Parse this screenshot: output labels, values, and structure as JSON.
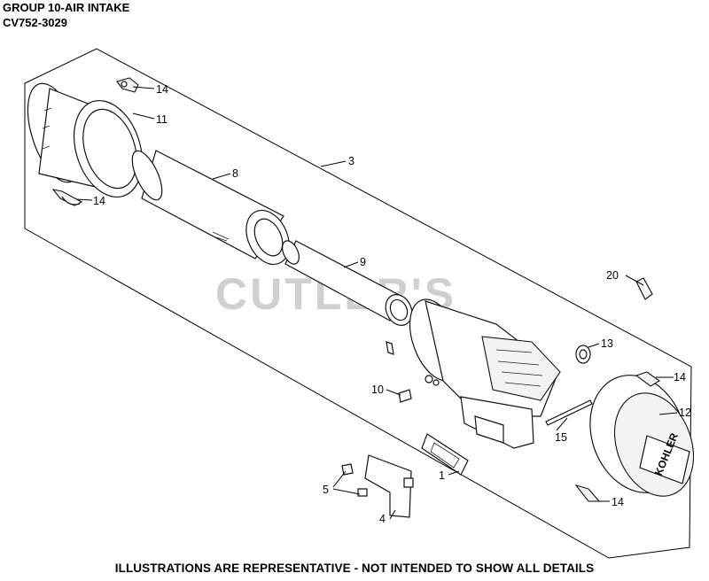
{
  "header": {
    "title": "GROUP 10-AIR INTAKE",
    "model": "CV752-3029"
  },
  "watermark": "CUTLER'S",
  "brand_mark": "KOHLER",
  "footer": "ILLUSTRATIONS ARE REPRESENTATIVE - NOT INTENDED TO SHOW ALL DETAILS",
  "callouts": [
    "14",
    "11",
    "14",
    "8",
    "3",
    "9",
    "20",
    "13",
    "14",
    "10",
    "12",
    "15",
    "1",
    "5",
    "4",
    "14"
  ]
}
